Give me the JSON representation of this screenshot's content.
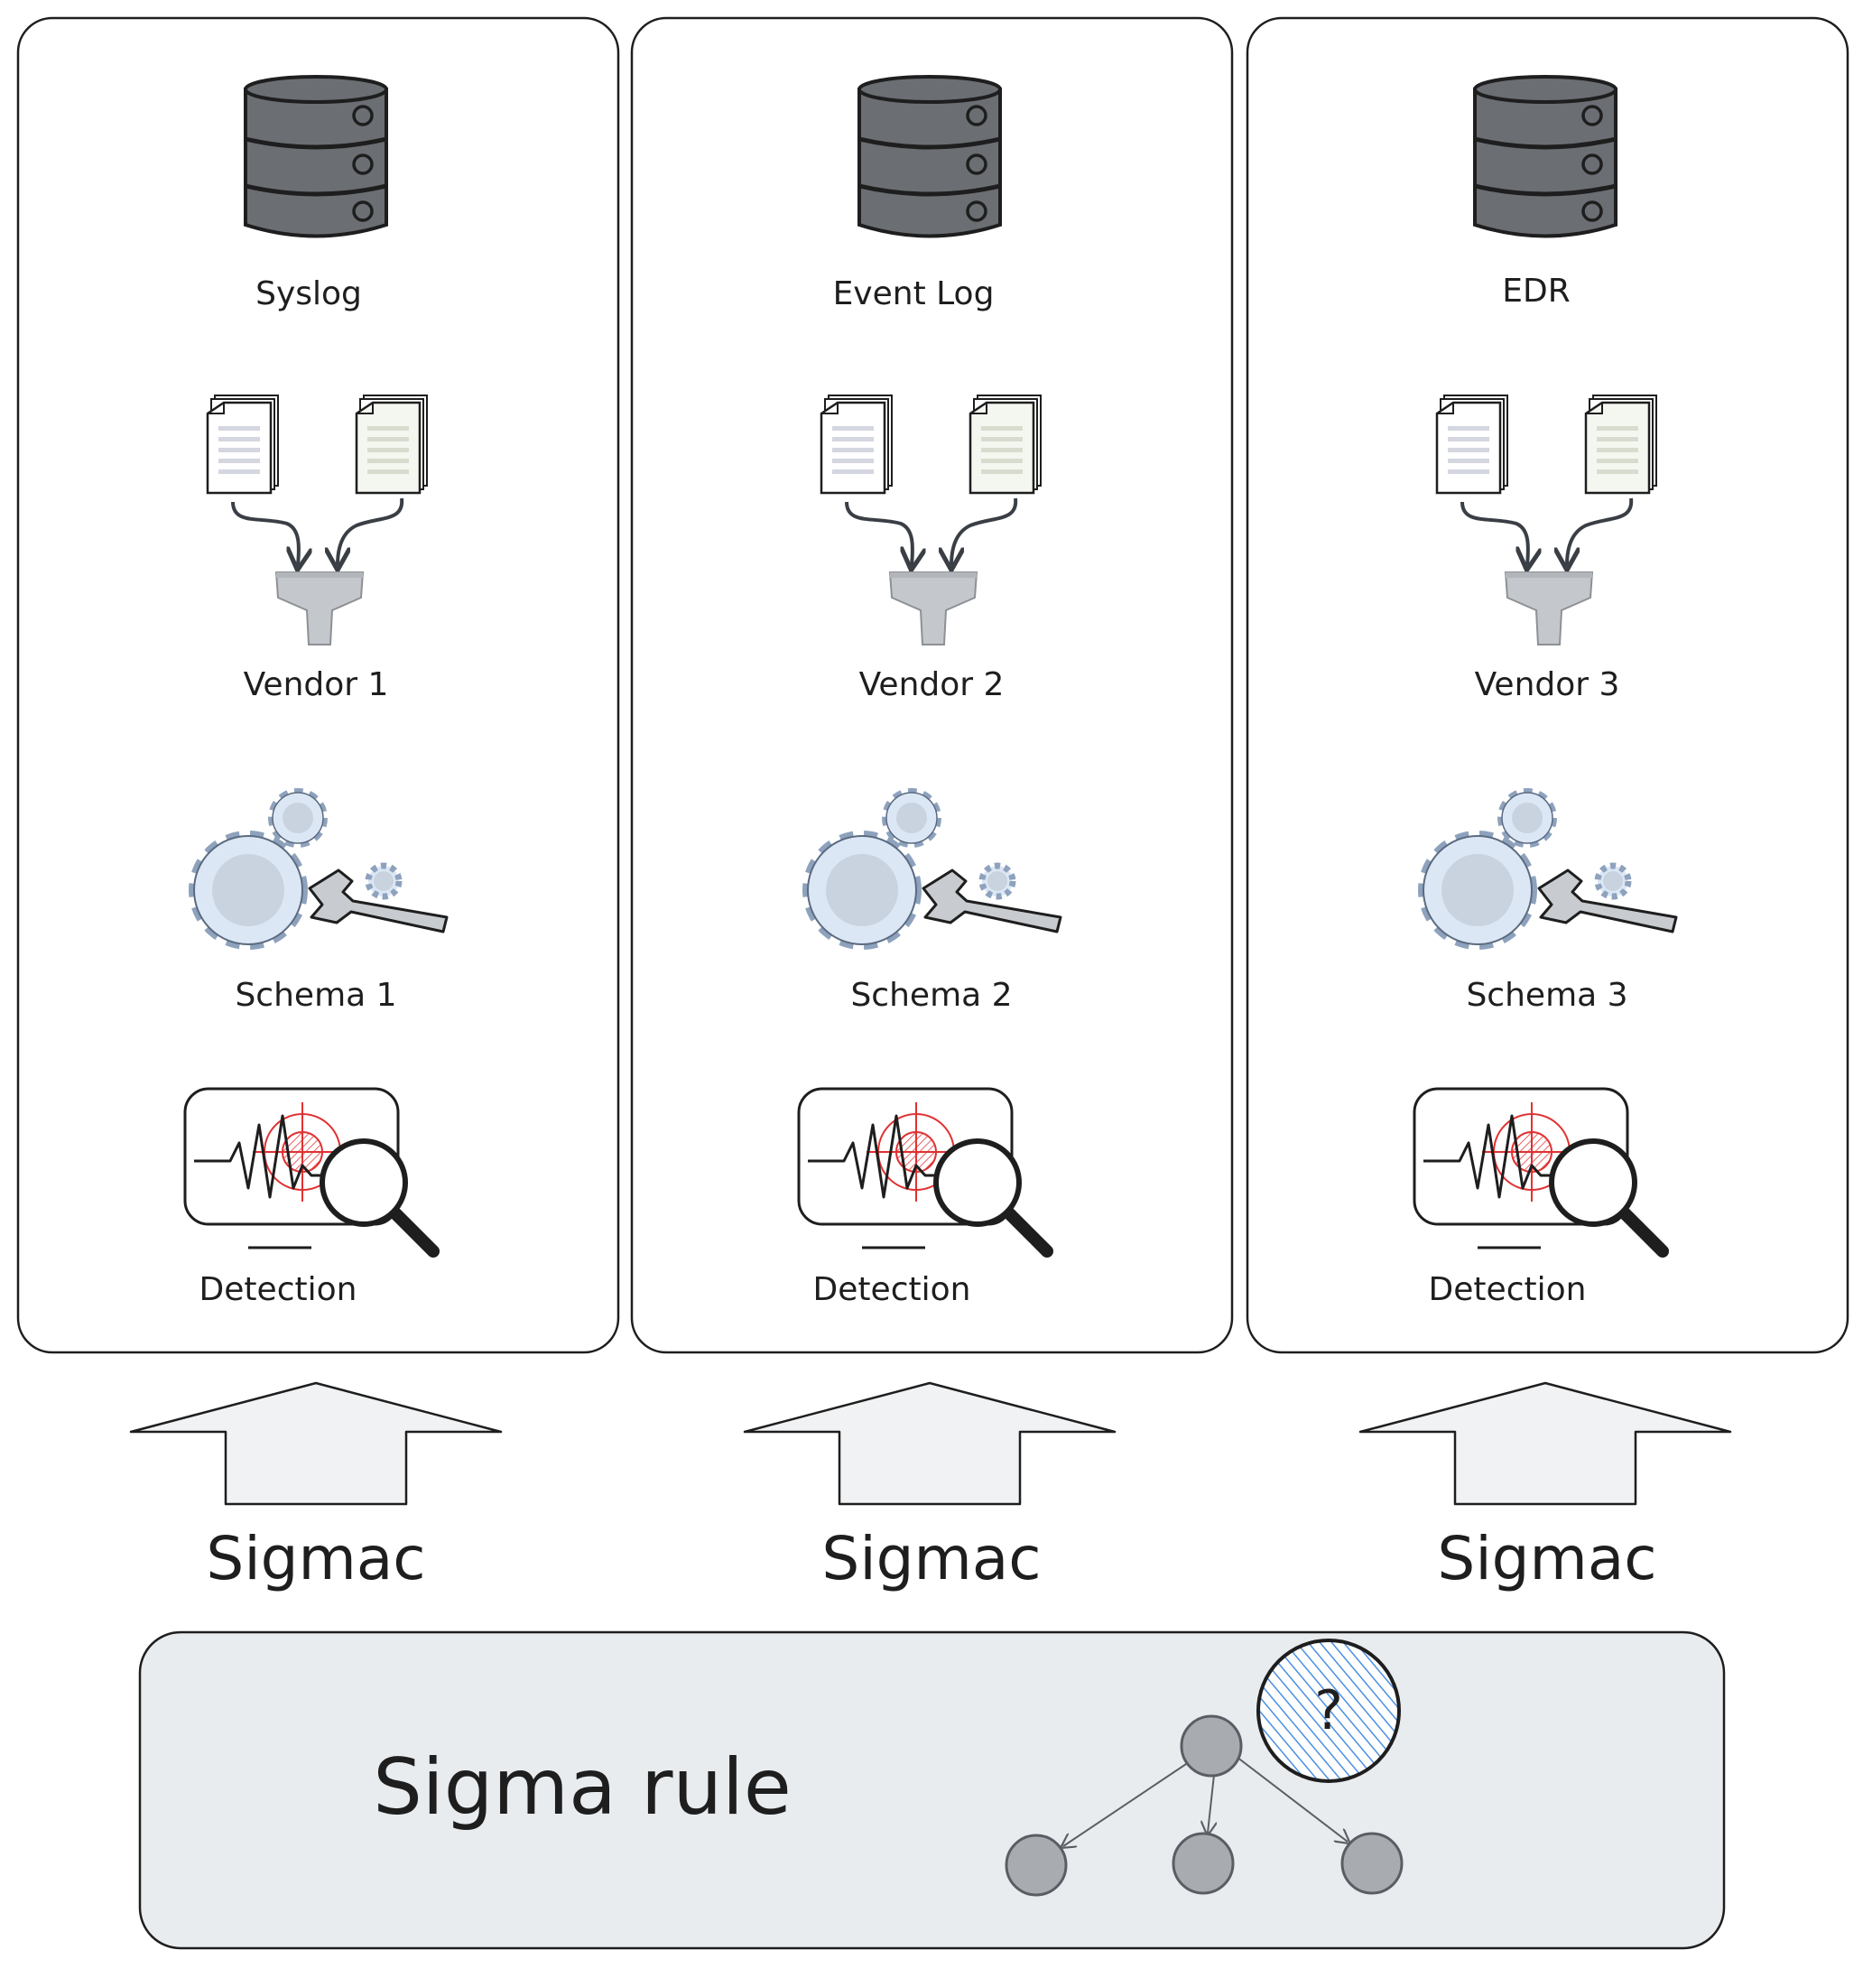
{
  "columns": [
    {
      "source": "Syslog",
      "vendor": "Vendor 1",
      "schema": "Schema 1",
      "detection": "Detection",
      "converter": "Sigmac"
    },
    {
      "source": "Event Log",
      "vendor": "Vendor 2",
      "schema": "Schema 2",
      "detection": "Detection",
      "converter": "Sigmac"
    },
    {
      "source": "EDR",
      "vendor": "Vendor 3",
      "schema": "Schema 3",
      "detection": "Detection",
      "converter": "Sigmac"
    }
  ],
  "rule": {
    "label": "Sigma rule",
    "question_mark": "?"
  },
  "icons": [
    "database-icon",
    "document-icon",
    "funnel-icon",
    "gear-wrench-icon",
    "monitor-target-icon",
    "magnifier-icon",
    "up-arrow-icon",
    "tree-icon",
    "question-circle-icon"
  ],
  "colors": {
    "stroke": "#1e1e1e",
    "database_fill": "#6b6e73",
    "gear_fill": "#dce7f5",
    "gear_inner": "#c9d3df",
    "wrench_fill": "#c8cbcf",
    "funnel_fill": "#c4c7cb",
    "target_red": "#e03131",
    "arrow_fill": "#f1f2f3",
    "rule_panel_fill": "#e9ecef",
    "tree_node_fill": "#a8abb0",
    "question_hatch": "#4a90e2"
  }
}
